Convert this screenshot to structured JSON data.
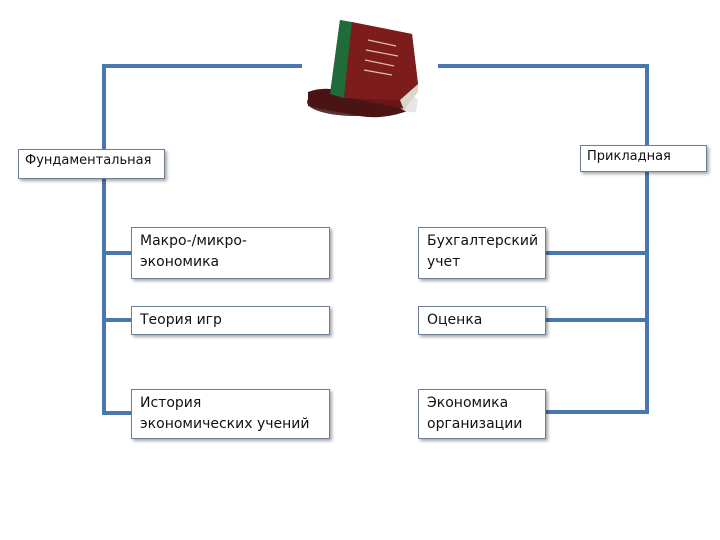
{
  "diagram": {
    "left_category": "Фундаментальная",
    "right_category": "Прикладная",
    "left_items": [
      {
        "line1": "Макро-/микро-",
        "line2": "экономика"
      },
      {
        "line1": "Теория игр",
        "line2": ""
      },
      {
        "line1": "История",
        "line2": "экономических учений"
      }
    ],
    "right_items": [
      {
        "line1": "Бухгалтерский",
        "line2": "учет"
      },
      {
        "line1": "Оценка",
        "line2": ""
      },
      {
        "line1": "Экономика",
        "line2": "организации"
      }
    ],
    "connector_color": "#4a77ad"
  }
}
